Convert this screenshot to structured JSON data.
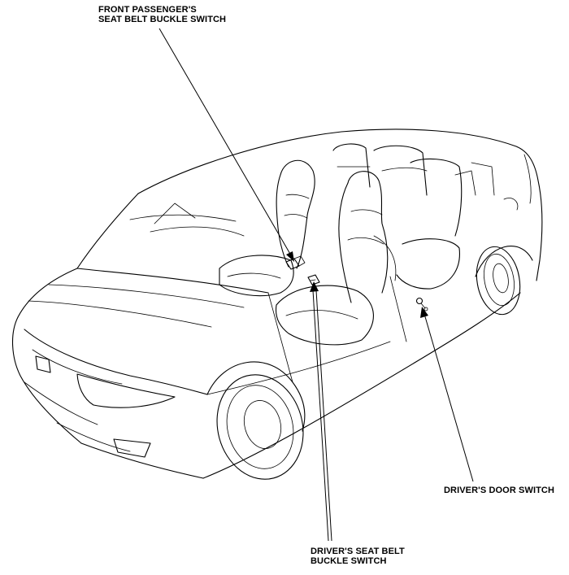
{
  "callouts": {
    "front_passenger_switch": {
      "line1": "FRONT PASSENGER'S",
      "line2": "SEAT BELT BUCKLE SWITCH"
    },
    "drivers_door_switch": {
      "line1": "DRIVER'S DOOR SWITCH"
    },
    "drivers_seat_belt_switch": {
      "line1": "DRIVER'S SEAT BELT",
      "line2": "BUCKLE SWITCH"
    }
  }
}
